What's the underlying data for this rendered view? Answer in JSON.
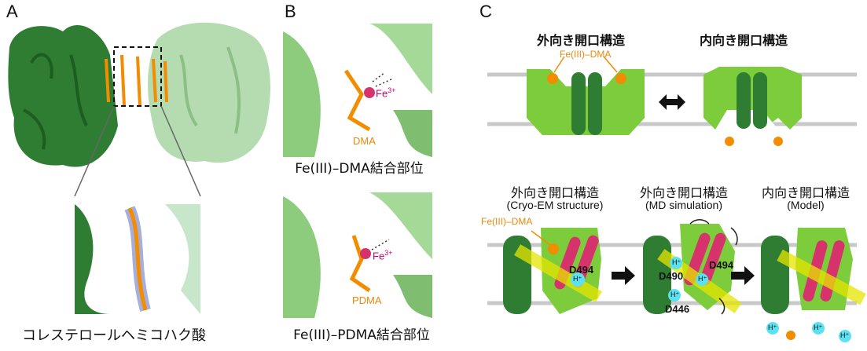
{
  "panels": {
    "a": "A",
    "b": "B",
    "c": "C"
  },
  "panel_a": {
    "caption": "コレステロールヘミコハク酸"
  },
  "panel_b": {
    "top_caption": "Fe(III)–DMA結合部位",
    "bottom_caption": "Fe(III)–PDMA結合部位",
    "fe_label": "Fe",
    "fe_charge": "3+",
    "dma_label": "DMA",
    "pdma_label": "PDMA"
  },
  "panel_c": {
    "top": {
      "outward_title": "外向き開口構造",
      "inward_title": "内向き開口構造",
      "ligand_label": "Fe(III)–DMA"
    },
    "bottom": {
      "state1_title": "外向き開口構造",
      "state1_sub": "(Cryo-EM structure)",
      "state2_title": "外向き開口構造",
      "state2_sub": "(MD simulation)",
      "state3_title": "内向き開口構造",
      "state3_sub": "(Model)",
      "ligand_label": "Fe(III)–DMA",
      "residues": {
        "d494": "D494",
        "d490": "D490",
        "d446": "D446"
      },
      "proton": "H⁺"
    }
  },
  "colors": {
    "dark_green": "#2e7d32",
    "light_green": "#7ccc3c",
    "pale_green": "#a5d6a7",
    "orange": "#f28c00",
    "magenta": "#d6336c",
    "yellow": "#e6e600",
    "membrane_gray": "#c8c8c8",
    "proton_cyan": "#5ce1f0"
  }
}
